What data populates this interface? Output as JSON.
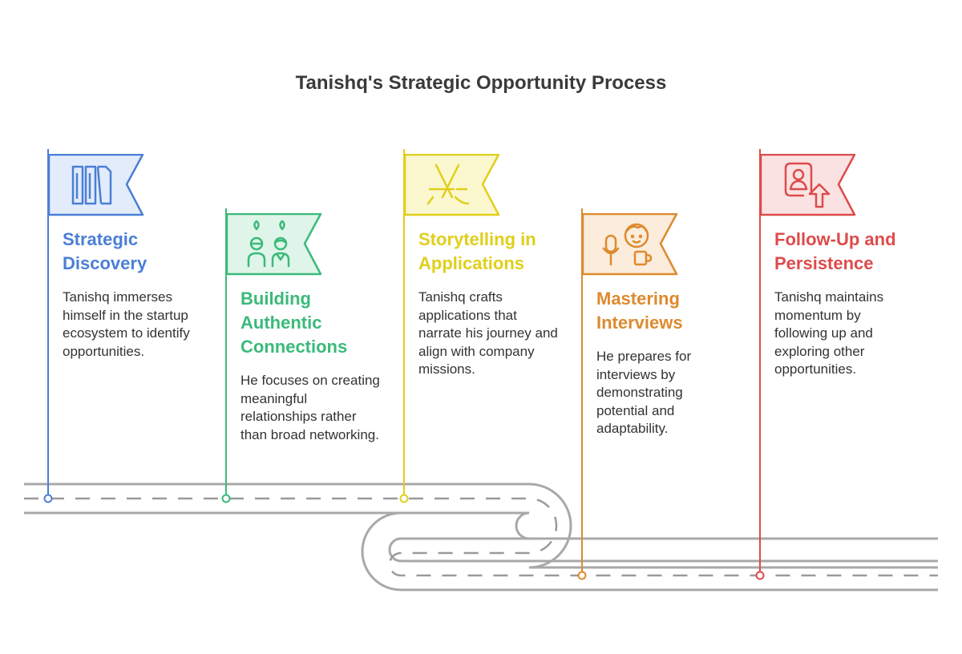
{
  "title": "Tanishq's Strategic Opportunity Process",
  "colors": {
    "road": "#9e9e9e",
    "blue": "#4a7fd6",
    "green": "#3aba7a",
    "yellow": "#e0cf1a",
    "orange": "#dd8a2e",
    "red": "#dd4b4b"
  },
  "steps": [
    {
      "heading_line1": "Strategic",
      "heading_line2": "Discovery",
      "description": "Tanishq immerses himself in the startup ecosystem to identify opportunities.",
      "color": "#4a7fd6",
      "fill": "#e3ecfa",
      "icon": "books-library-icon"
    },
    {
      "heading_line1": "Building",
      "heading_line2": "Authentic",
      "heading_line3": "Connections",
      "description": "He focuses on creating meaningful relationships rather than broad networking.",
      "color": "#3aba7a",
      "fill": "#e0f5ea",
      "icon": "two-people-connection-icon"
    },
    {
      "heading_line1": "Storytelling in",
      "heading_line2": "Applications",
      "description": "Tanishq crafts applications that narrate his journey and align with company missions.",
      "color": "#e0cf1a",
      "fill": "#fbf7cf",
      "icon": "app-store-icon"
    },
    {
      "heading_line1": "Mastering",
      "heading_line2": "Interviews",
      "description": "He prepares for interviews by demonstrating potential and adaptability.",
      "color": "#dd8a2e",
      "fill": "#fbecdc",
      "icon": "interview-person-microphone-icon"
    },
    {
      "heading_line1": "Follow-Up and",
      "heading_line2": "Persistence",
      "description": "Tanishq maintains momentum by following up and exploring other opportunities.",
      "color": "#dd4b4b",
      "fill": "#fbe2e2",
      "icon": "profile-upload-icon"
    }
  ]
}
